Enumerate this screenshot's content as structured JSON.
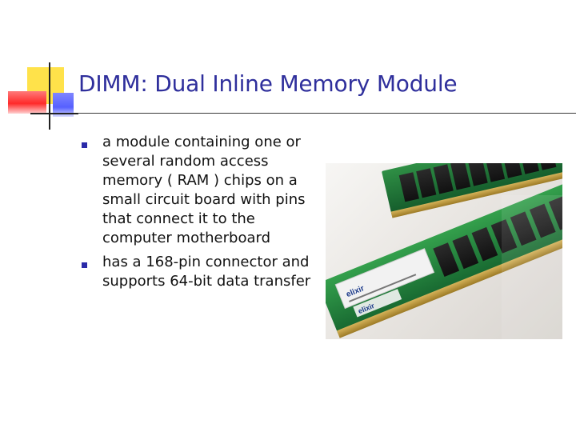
{
  "slide": {
    "title": "DIMM: Dual Inline Memory Module",
    "bullets": [
      "a module containing one or several random access memory ( RAM ) chips on a small circuit board with pins that connect it to the computer motherboard",
      "has a 168-pin connector and supports 64-bit data transfer"
    ]
  },
  "photo": {
    "labels": [
      "elixir",
      "elixir"
    ]
  },
  "colors": {
    "title": "#2f2f9c",
    "bullet_marker": "#2a2aa8",
    "deco_yellow": "#ffe24a",
    "deco_red": "#ff2a2a",
    "deco_blue": "#5660ff",
    "pcb_green": "#1f7a34"
  }
}
